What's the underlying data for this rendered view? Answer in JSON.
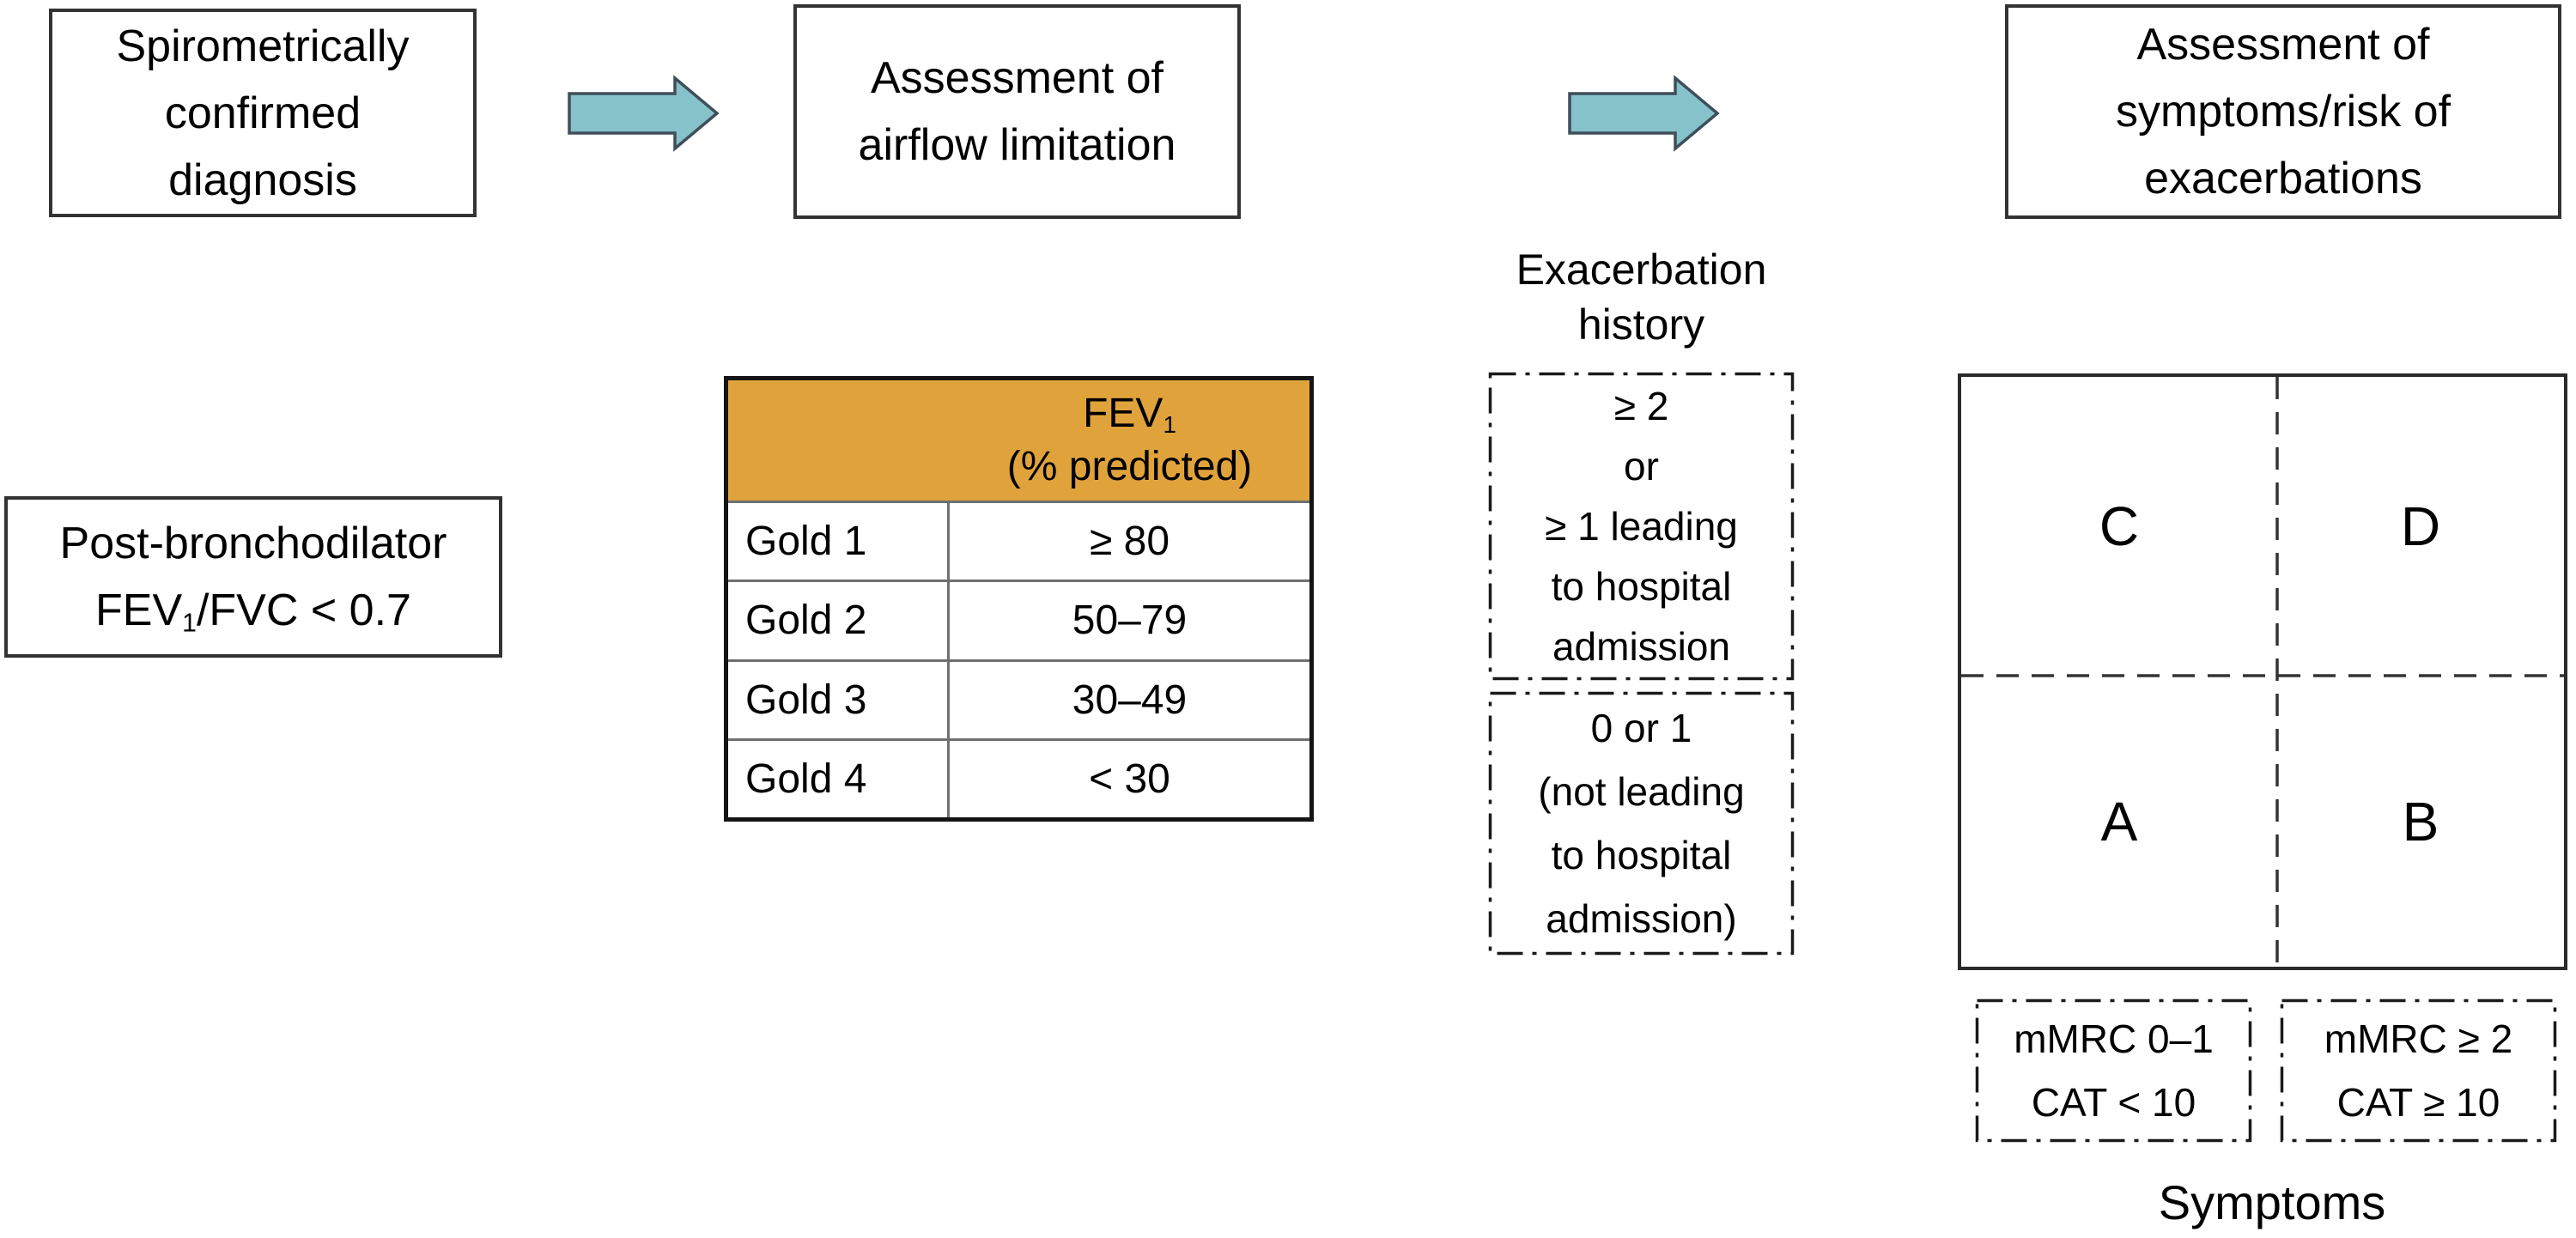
{
  "flow_boxes": {
    "diagnosis": {
      "lines": [
        "Spirometrically",
        "confirmed",
        "diagnosis"
      ]
    },
    "airflow": {
      "lines": [
        "Assessment of",
        "airflow limitation"
      ]
    },
    "symptoms_risk": {
      "lines": [
        "Assessment of",
        "symptoms/risk of",
        "exacerbations"
      ]
    }
  },
  "criteria_box": {
    "line1": "Post-bronchodilator",
    "fev_prefix": "FEV",
    "fev_sub": "1",
    "fev_suffix": "/FVC < 0.7"
  },
  "gold_table": {
    "header": {
      "fev_prefix": "FEV",
      "fev_sub": "1",
      "line2": "(% predicted)"
    },
    "rows": [
      {
        "grade": "Gold 1",
        "value": "≥ 80"
      },
      {
        "grade": "Gold 2",
        "value": "50–79"
      },
      {
        "grade": "Gold 3",
        "value": "30–49"
      },
      {
        "grade": "Gold 4",
        "value": "< 30"
      }
    ]
  },
  "exacerbation": {
    "label": {
      "lines": [
        "Exacerbation",
        "history"
      ]
    },
    "high_box": {
      "lines": [
        "≥ 2",
        "or",
        "≥ 1 leading",
        "to hospital",
        "admission"
      ]
    },
    "low_box": {
      "lines": [
        "0 or 1",
        "(not leading",
        "to hospital",
        "admission)"
      ]
    }
  },
  "quadrant": {
    "top_left": "C",
    "top_right": "D",
    "bottom_left": "A",
    "bottom_right": "B"
  },
  "symptom_boxes": {
    "low": {
      "lines": [
        "mMRC 0–1",
        "CAT < 10"
      ]
    },
    "high": {
      "lines": [
        "mMRC ≥ 2",
        "CAT ≥ 10"
      ]
    }
  },
  "labels": {
    "symptoms": "Symptoms"
  },
  "colors": {
    "arrow_fill": "#85C2C9",
    "arrow_stroke": "#3F4E5A",
    "table_header_bg": "#E0A33C",
    "box_border": "#333333",
    "dash_border": "#1a1a1a"
  }
}
